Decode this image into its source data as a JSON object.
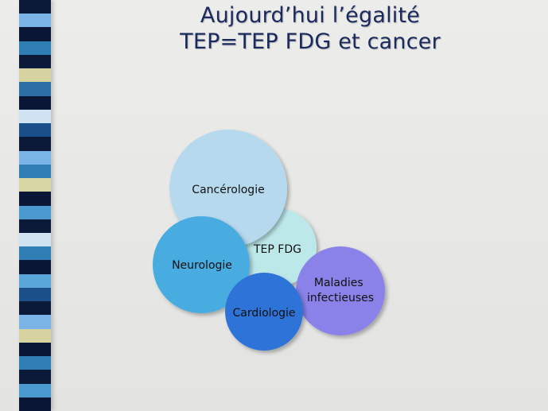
{
  "slide": {
    "title_line1": "Aujourd’hui l’égalité",
    "title_line2": "TEP=TEP FDG et cancer"
  },
  "decor": {
    "stripe_colors": [
      "#0b1a38",
      "#7ab4e6",
      "#0a1636",
      "#2f7fb5",
      "#0b1a38",
      "#d6d3a0",
      "#2b6fa6",
      "#0a1636",
      "#cfe3f2",
      "#1a4f8a",
      "#0b1a38",
      "#7ab4e6",
      "#2f7fb5",
      "#d9d6a6",
      "#0a1636",
      "#4a9ad0",
      "#0b1a38",
      "#cfe3f2",
      "#2f7fb5",
      "#0a1636",
      "#5aa6da",
      "#1a4f8a",
      "#0b1a38",
      "#7ab4e6",
      "#d6d3a0",
      "#0a1636",
      "#2f7fb5",
      "#0b1a38",
      "#4a9ad0",
      "#0a1636"
    ]
  },
  "diagram": {
    "circles": [
      {
        "id": "tep-fdg",
        "lines": [
          "TEP FDG"
        ],
        "fill": "#bde8ea"
      },
      {
        "id": "cancerologie",
        "lines": [
          "Cancérologie"
        ],
        "fill": "#b7d9ee"
      },
      {
        "id": "neurologie",
        "lines": [
          "Neurologie"
        ],
        "fill": "#48ace0"
      },
      {
        "id": "maladies-infectieuses",
        "lines": [
          "Maladies",
          "infectieuses"
        ],
        "fill": "#8a82e8"
      },
      {
        "id": "cardiologie",
        "lines": [
          "Cardiologie"
        ],
        "fill": "#2d73d8"
      }
    ]
  }
}
